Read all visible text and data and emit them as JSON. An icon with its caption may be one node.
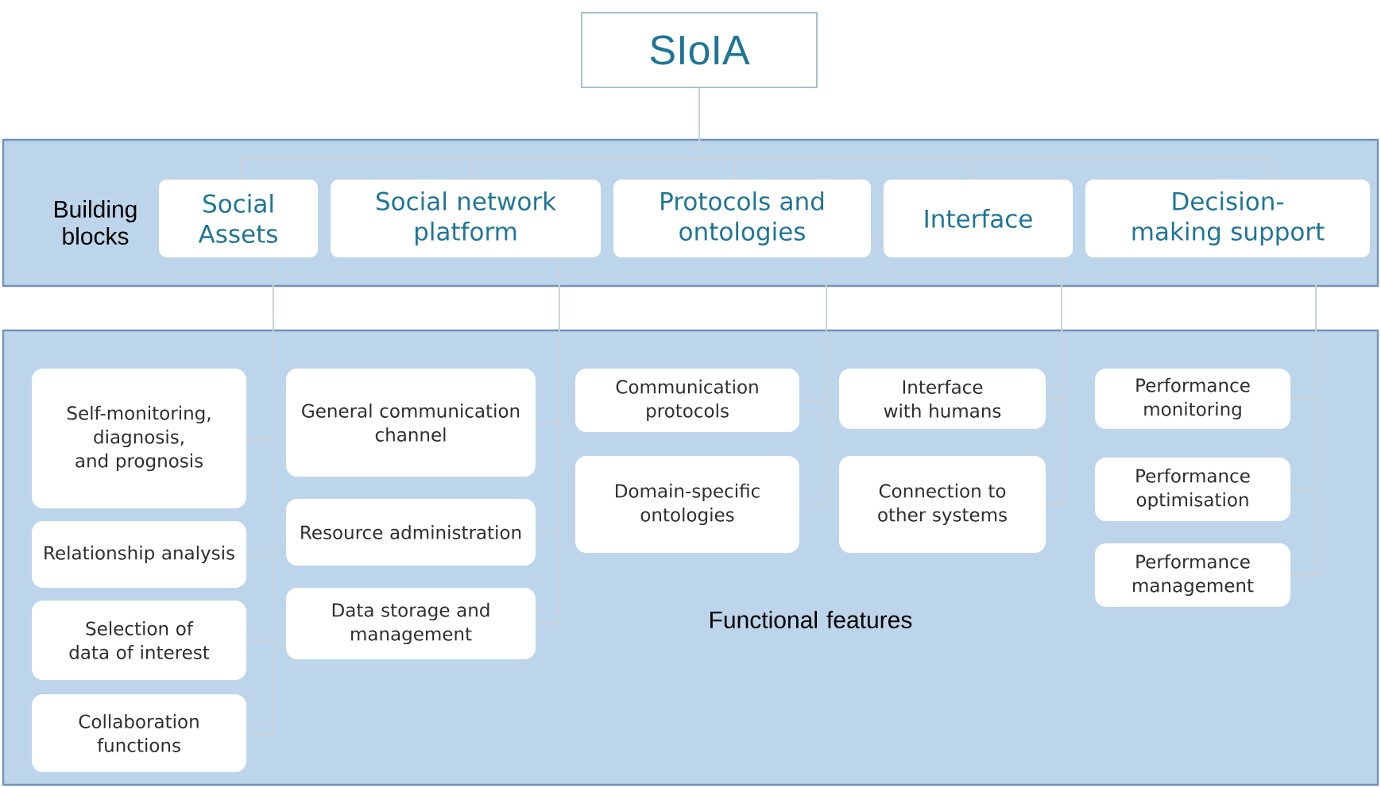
{
  "diagram": {
    "nodes": [
      {
        "text": [
          "SIoIA"
        ]
      },
      {
        "text": [
          "Building blocks"
        ]
      },
      {
        "text": [
          "Social Assets"
        ],
        "in": 1
      },
      {
        "text": [
          "Social network platform"
        ],
        "in": 1
      },
      {
        "text": [
          "Protocols and ontologies"
        ],
        "in": 1
      },
      {
        "text": [
          "Interface"
        ],
        "in": 1
      },
      {
        "text": [
          "Decision-making support"
        ],
        "in": 1
      },
      {
        "text": [
          "Functional features"
        ]
      },
      {
        "text": [
          "Self-monitoring, diagnosis, and prognosis"
        ],
        "in": 7
      },
      {
        "text": [
          "Relationship analysis"
        ],
        "in": 7
      },
      {
        "text": [
          "Selection of data of interest"
        ],
        "in": 7
      },
      {
        "text": [
          "Collaboration functions"
        ],
        "in": 7
      },
      {
        "text": [
          "General communication channel"
        ],
        "in": 7
      },
      {
        "text": [
          "Resource administration"
        ],
        "in": 7
      },
      {
        "text": [
          "Data storage and management"
        ],
        "in": 7
      },
      {
        "text": [
          "Communication protocols"
        ],
        "in": 7
      },
      {
        "text": [
          "Domain-specific ontologies"
        ],
        "in": 7
      },
      {
        "text": [
          "Interface with humans"
        ],
        "in": 7
      },
      {
        "text": [
          "Connection to other systems"
        ],
        "in": 7
      },
      {
        "text": [
          "Performance monitoring"
        ],
        "in": 7
      },
      {
        "text": [
          "Performance optimisation"
        ],
        "in": 7
      },
      {
        "text": [
          "Performance management"
        ],
        "in": 7
      }
    ],
    "edges": [
      {
        "from": 0,
        "to": 2,
        "arrow": "none"
      },
      {
        "from": 0,
        "to": 3,
        "arrow": "none"
      },
      {
        "from": 0,
        "to": 4,
        "arrow": "none"
      },
      {
        "from": 0,
        "to": 5,
        "arrow": "none"
      },
      {
        "from": 0,
        "to": 6,
        "arrow": "none"
      },
      {
        "from": 2,
        "to": 8,
        "arrow": "none"
      },
      {
        "from": 2,
        "to": 9,
        "arrow": "none"
      },
      {
        "from": 2,
        "to": 10,
        "arrow": "none"
      },
      {
        "from": 2,
        "to": 11,
        "arrow": "none"
      },
      {
        "from": 3,
        "to": 12,
        "arrow": "none"
      },
      {
        "from": 3,
        "to": 13,
        "arrow": "none"
      },
      {
        "from": 3,
        "to": 14,
        "arrow": "none"
      },
      {
        "from": 4,
        "to": 15,
        "arrow": "none"
      },
      {
        "from": 4,
        "to": 16,
        "arrow": "none"
      },
      {
        "from": 5,
        "to": 17,
        "arrow": "none"
      },
      {
        "from": 5,
        "to": 18,
        "arrow": "none"
      },
      {
        "from": 6,
        "to": 19,
        "arrow": "none"
      },
      {
        "from": 6,
        "to": 20,
        "arrow": "none"
      },
      {
        "from": 6,
        "to": 21,
        "arrow": "none"
      }
    ]
  }
}
